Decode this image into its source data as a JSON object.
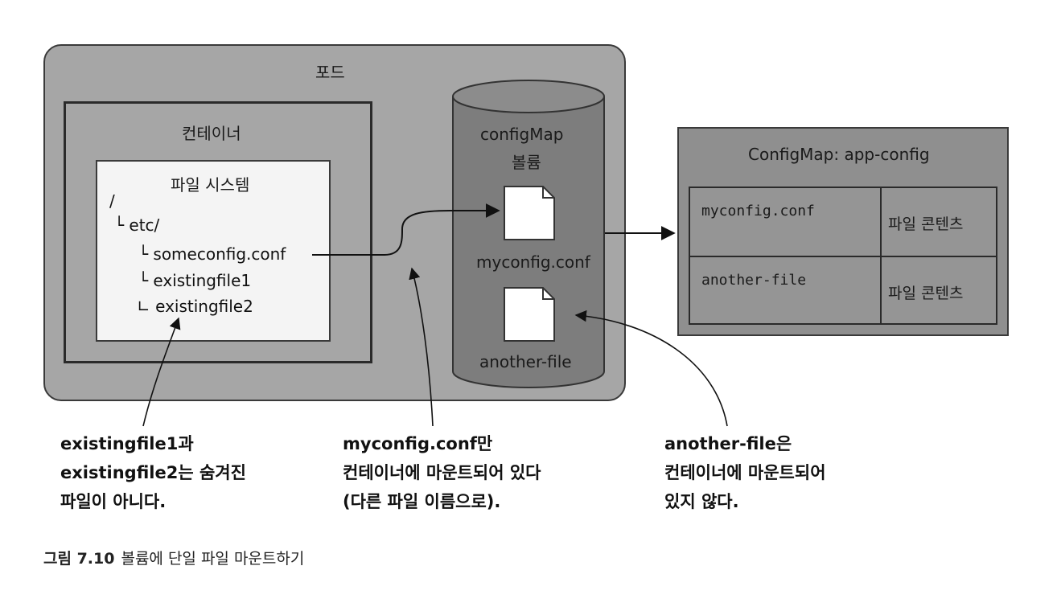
{
  "pod": {
    "title": "포드"
  },
  "container": {
    "title": "컨테이너"
  },
  "filesystem": {
    "title": "파일 시스템",
    "lines": [
      "/",
      "└ etc/",
      "└ someconfig.conf",
      "└ existingfile1",
      "∟ existingfile2"
    ]
  },
  "volume": {
    "title_line1": "configMap",
    "title_line2": "볼륨",
    "files": [
      "myconfig.conf",
      "another-file"
    ]
  },
  "configmap": {
    "title": "ConfigMap: app-config",
    "rows": [
      {
        "key": "myconfig.conf",
        "value": "파일 콘텐츠"
      },
      {
        "key": "another-file",
        "value": "파일 콘텐츠"
      }
    ]
  },
  "callouts": {
    "left": [
      "existingfile1과",
      "existingfile2는 숨겨진",
      "파일이 아니다."
    ],
    "middle": [
      "myconfig.conf만",
      "컨테이너에 마운트되어 있다",
      "(다른 파일 이름으로)."
    ],
    "right": [
      "another-file은",
      "컨테이너에 마운트되어",
      "있지 않다."
    ]
  },
  "caption": {
    "figure": "그림 7.10",
    "text": "볼륨에 단일 파일 마운트하기"
  }
}
